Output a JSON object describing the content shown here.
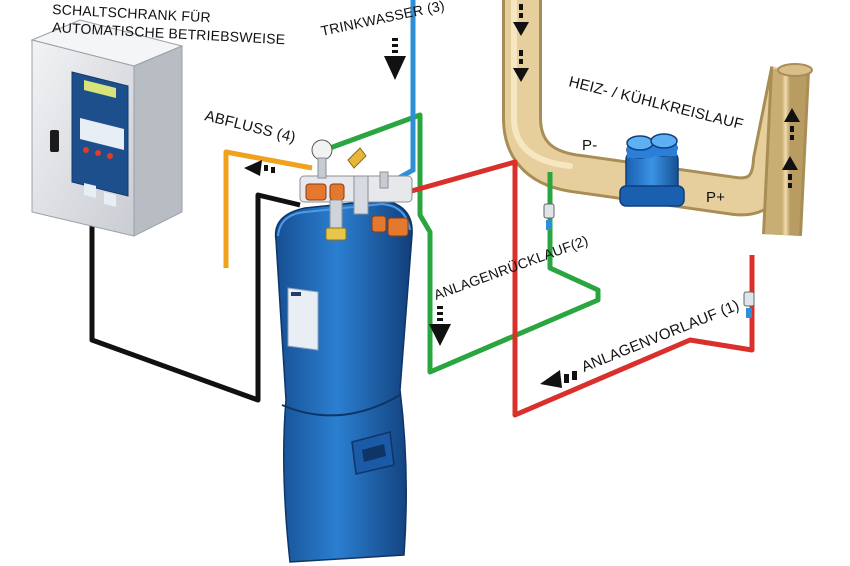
{
  "labels": {
    "cabinet_line1": "SCHALTSCHRANK FÜR",
    "cabinet_line2": "AUTOMATISCHE BETRIEBSWEISE",
    "trinkwasser": "TRINKWASSER (3)",
    "abfluss": "ABFLUSS (4)",
    "heiz_kuehl": "HEIZ- / KÜHLKREISLAUF",
    "p_minus": "P-",
    "p_plus": "P+",
    "ruecklauf": "ANLAGENRÜCKLAUF(2)",
    "vorlauf": "ANLAGENVORLAUF (1)"
  },
  "colors": {
    "pipe_heating": "#e6cf9c",
    "pipe_drinking_water": "#2f8fd6",
    "pipe_drain": "#f0a21e",
    "pipe_return": "#2aa641",
    "pipe_supply": "#d9302b",
    "cable": "#111111",
    "tank": "#1f6fc4",
    "pump": "#2a7fd9",
    "cabinet": "#e6e8ec"
  }
}
